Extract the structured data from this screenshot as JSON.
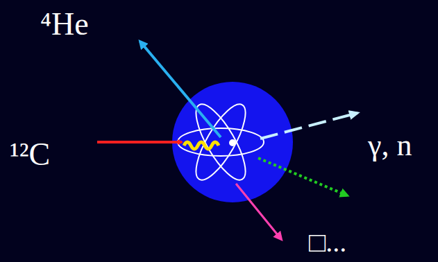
{
  "diagram": {
    "labels": [
      "⁴He",
      "¹²C",
      "γ, n",
      "□..."
    ]
  }
}
